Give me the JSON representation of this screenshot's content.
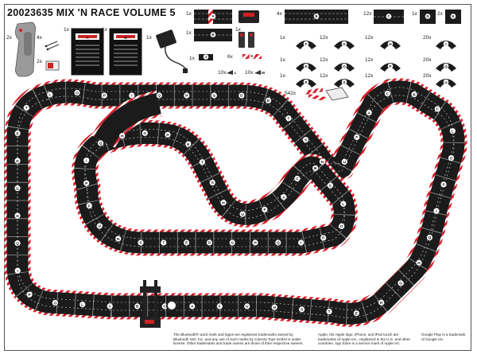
{
  "title": "20023635 MIX 'N RACE VOLUME 5",
  "parts": [
    {
      "id": "controller",
      "qty": "2x"
    },
    {
      "id": "lap-counter-pins",
      "qty": "4x"
    },
    {
      "id": "guide-card",
      "qty": "2x"
    },
    {
      "id": "manual-a",
      "qty": "1x",
      "letter": "A"
    },
    {
      "id": "manual-b",
      "qty": "1x",
      "letter": "B"
    },
    {
      "id": "power-supply",
      "qty": "1x"
    },
    {
      "id": "start-finish-straight",
      "qty": "1x",
      "letter": "A"
    },
    {
      "id": "lap-counter-unit",
      "qty": "1x"
    },
    {
      "id": "chicane-straight",
      "qty": "1x",
      "letter": "B"
    },
    {
      "id": "small-connector",
      "qty": "1x",
      "letter": "J"
    },
    {
      "id": "sign-piece",
      "qty": "1x"
    },
    {
      "id": "short-straight-k",
      "qty": "6x",
      "letter": "K"
    },
    {
      "id": "clip-l",
      "qty": "10x",
      "letter": "L"
    },
    {
      "id": "clip-m",
      "qty": "10x",
      "letter": "M"
    },
    {
      "id": "standard-straight",
      "qty": "4x",
      "letter": "B"
    },
    {
      "id": "long-straight-c",
      "qty": "12x",
      "letter": "C"
    },
    {
      "id": "piece-d",
      "qty": "1x",
      "letter": "D"
    },
    {
      "id": "piece-e",
      "qty": "2x",
      "letter": "E"
    },
    {
      "id": "curve-f",
      "qty": "1x",
      "letter": "F"
    },
    {
      "id": "curve-g",
      "qty": "12x",
      "letter": "G"
    },
    {
      "id": "curve-h",
      "qty": "12x",
      "letter": "H"
    },
    {
      "id": "curve-i",
      "qty": "20x",
      "letter": "I"
    },
    {
      "id": "curve-n",
      "qty": "1x",
      "letter": "N"
    },
    {
      "id": "curve-o",
      "qty": "12x",
      "letter": "O"
    },
    {
      "id": "curve-p",
      "qty": "12x",
      "letter": "P"
    },
    {
      "id": "curve-q",
      "qty": "20x",
      "letter": "Q"
    },
    {
      "id": "curve-r",
      "qty": "1x",
      "letter": "R"
    },
    {
      "id": "curve-s",
      "qty": "12x",
      "letter": "S"
    },
    {
      "id": "curve-t",
      "qty": "12x",
      "letter": "T"
    },
    {
      "id": "curve-u",
      "qty": "20x",
      "letter": "U"
    },
    {
      "id": "border-pieces",
      "qty": "542x"
    }
  ],
  "track_letters": [
    "C",
    "B",
    "C",
    "L",
    "O",
    "P",
    "I",
    "Q",
    "H",
    "G",
    "D",
    "E",
    "T",
    "S",
    "N",
    "U",
    "F",
    "A"
  ],
  "colors": {
    "track": "#1b1b1b",
    "lane": "#d8d8d8",
    "kerb_red": "#d8202a",
    "kerb_white": "#ffffff",
    "ink": "#111111"
  },
  "legal": {
    "bluetooth": "The Bluetooth® word mark and logos are registered trademarks owned by Bluetooth SIG, Inc. and any use of such marks by Carrera Toys GmbH is under license. Other trademarks and trade names are those of their respective owners.",
    "apple": "Apple, the Apple logo, iPhone, and iPod touch are trademarks of Apple Inc., registered in the U.S. and other countries. App Store is a service mark of Apple Inc.",
    "google": "Google Play is a trademark of Google Inc."
  }
}
